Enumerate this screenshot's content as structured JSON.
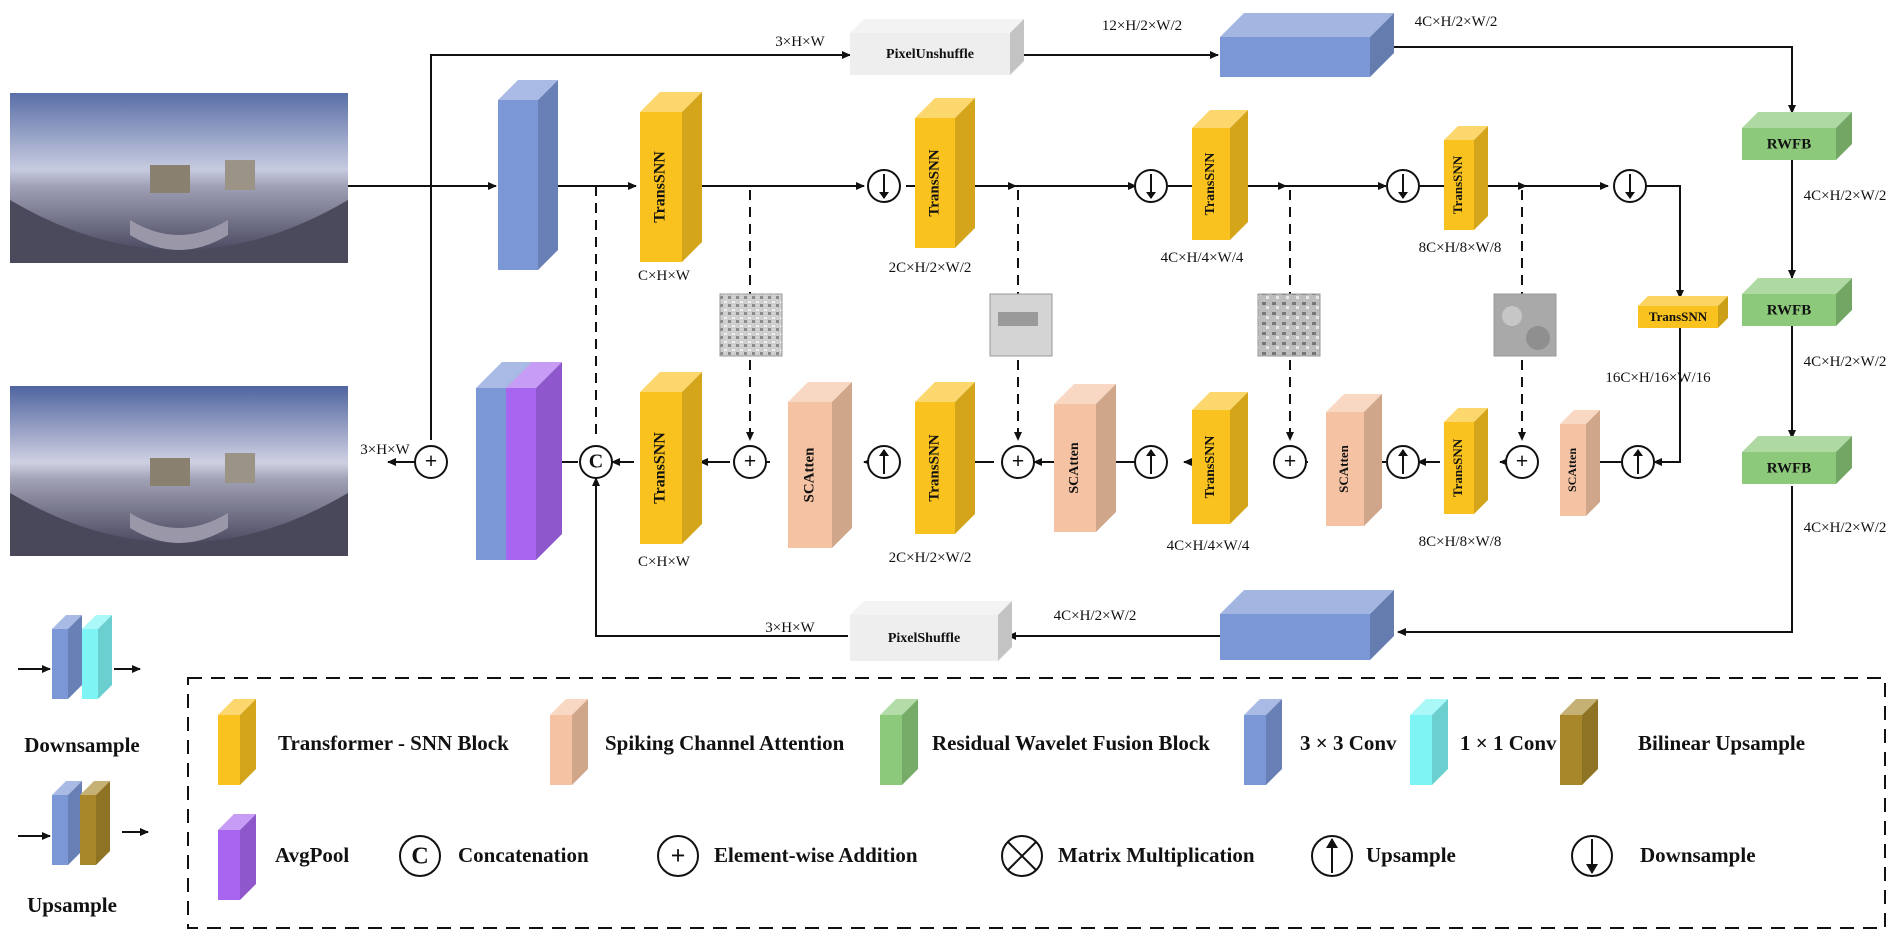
{
  "blocks": {
    "transsnn": "TransSNN",
    "scatten": "SCAtten",
    "rwfb": "RWFB",
    "pixel_unshuffle": "PixelUnshuffle",
    "pixel_shuffle": "PixelShuffle"
  },
  "symbols": {
    "concat": "C",
    "add": "+"
  },
  "dims": {
    "in_3hw_top": "3×H×W",
    "out_3hw": "3×H×W",
    "shuffle_3hw": "3×H×W",
    "chw_enc": "C×H×W",
    "chw_dec": "C×H×W",
    "unshuffle_out": "12×H/2×W/2",
    "top_4c": "4C×H/2×W/2",
    "rwfb1_out": "4C×H/2×W/2",
    "rwfb2_out": "4C×H/2×W/2",
    "rwfb3_out": "4C×H/2×W/2",
    "shuffle_in": "4C×H/2×W/2",
    "enc2": "2C×H/2×W/2",
    "enc3": "4C×H/4×W/4",
    "enc4": "8C×H/8×W/8",
    "bottleneck": "16C×H/16×W/16",
    "dec4": "8C×H/8×W/8",
    "dec3": "4C×H/4×W/4",
    "dec2": "2C×H/2×W/2"
  },
  "legend": {
    "downsample_title": "Downsample",
    "upsample_title": "Upsample",
    "items": [
      "Transformer - SNN Block",
      "Spiking Channel Attention",
      "Residual Wavelet Fusion Block",
      "3 × 3 Conv",
      "1 × 1 Conv",
      "Bilinear Upsample",
      "AvgPool",
      "Concatenation",
      "Element-wise Addition",
      "Matrix Multiplication",
      "Upsample",
      "Downsample"
    ]
  },
  "colors": {
    "transsnn": "#F9C21E",
    "scatten": "#F5C3A3",
    "rwfb": "#8CC97A",
    "conv3": "#7B97D6",
    "conv1": "#7EF4F4",
    "bilinear": "#A8872A",
    "avgpool": "#A866F0",
    "line": "#111111"
  },
  "icons": [
    "panorama-input-image",
    "panorama-output-image",
    "feature-map-thumbnail"
  ]
}
